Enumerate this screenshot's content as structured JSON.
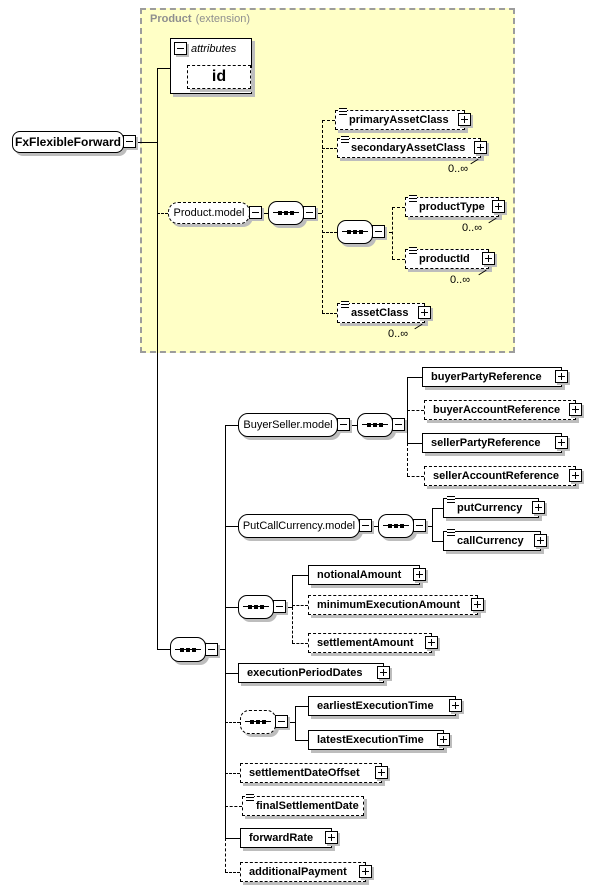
{
  "diagram": {
    "root_element": "FxFlexibleForward",
    "extension_header": {
      "name": "Product",
      "qualifier": "(extension)"
    },
    "attributes_group": {
      "label": "attributes",
      "attributes": [
        "id"
      ]
    },
    "model_groups": {
      "product": "Product.model",
      "buyer_seller": "BuyerSeller.model",
      "put_call_currency": "PutCallCurrency.model"
    },
    "multiplicity": "0..∞",
    "elements": {
      "primaryAssetClass": "primaryAssetClass",
      "secondaryAssetClass": "secondaryAssetClass",
      "productType": "productType",
      "productId": "productId",
      "assetClass": "assetClass",
      "buyerPartyReference": "buyerPartyReference",
      "buyerAccountReference": "buyerAccountReference",
      "sellerPartyReference": "sellerPartyReference",
      "sellerAccountReference": "sellerAccountReference",
      "putCurrency": "putCurrency",
      "callCurrency": "callCurrency",
      "notionalAmount": "notionalAmount",
      "minimumExecutionAmount": "minimumExecutionAmount",
      "settlementAmount": "settlementAmount",
      "executionPeriodDates": "executionPeriodDates",
      "earliestExecutionTime": "earliestExecutionTime",
      "latestExecutionTime": "latestExecutionTime",
      "settlementDateOffset": "settlementDateOffset",
      "finalSettlementDate": "finalSettlementDate",
      "forwardRate": "forwardRate",
      "additionalPayment": "additionalPayment"
    },
    "colors": {
      "extension_fill": "#ffffc6",
      "extension_border": "#9c9c9c",
      "shadow": "#bdbdbd",
      "line": "#000000"
    }
  }
}
